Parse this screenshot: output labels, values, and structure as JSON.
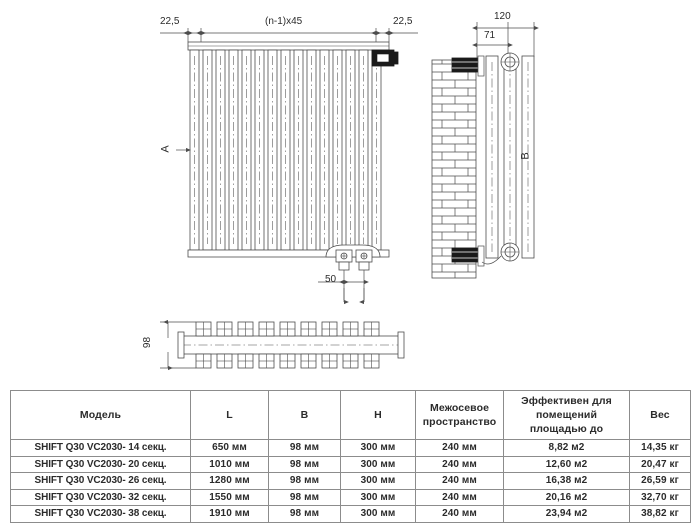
{
  "drawing": {
    "front_view": {
      "dim_left": "22,5",
      "dim_center": "(n-1)x45",
      "dim_right": "22,5",
      "height_label": "A",
      "bottom_dim": "50"
    },
    "side_view": {
      "dim_total": "120",
      "dim_inner": "71",
      "height_label": "B"
    },
    "top_view": {
      "depth_label": "98"
    }
  },
  "table": {
    "headers": [
      "Модель",
      "L",
      "B",
      "H",
      "Межосевое пространство",
      "Эффективен для помещений площадью до",
      "Вес"
    ],
    "headers_multiline": {
      "mo_line1": "Межосевое",
      "mo_line2": "пространство",
      "eff_line1": "Эффективен для помещений",
      "eff_line2": "площадью до"
    },
    "rows": [
      {
        "model": "SHIFT Q30 VC2030- 14 секц.",
        "l": "650 мм",
        "b": "98 мм",
        "h": "300 мм",
        "mo": "240 мм",
        "eff": "8,82 м2",
        "weight": "14,35 кг"
      },
      {
        "model": "SHIFT Q30 VC2030- 20 секц.",
        "l": "1010 мм",
        "b": "98 мм",
        "h": "300 мм",
        "mo": "240 мм",
        "eff": "12,60 м2",
        "weight": "20,47 кг"
      },
      {
        "model": "SHIFT Q30 VC2030- 26 секц.",
        "l": "1280 мм",
        "b": "98 мм",
        "h": "300 мм",
        "mo": "240 мм",
        "eff": "16,38 м2",
        "weight": "26,59 кг"
      },
      {
        "model": "SHIFT Q30 VC2030- 32 секц.",
        "l": "1550 мм",
        "b": "98 мм",
        "h": "300 мм",
        "mo": "240 мм",
        "eff": "20,16 м2",
        "weight": "32,70 кг"
      },
      {
        "model": "SHIFT Q30 VC2030- 38 секц.",
        "l": "1910 мм",
        "b": "98 мм",
        "h": "300 мм",
        "mo": "240 мм",
        "eff": "23,94 м2",
        "weight": "38,82 кг"
      }
    ]
  },
  "colors": {
    "line": "#4d4d4d",
    "border": "#8c8c8c",
    "text": "#2b2b2b",
    "fill": "#ffffff",
    "dark": "#1a1a1a"
  }
}
